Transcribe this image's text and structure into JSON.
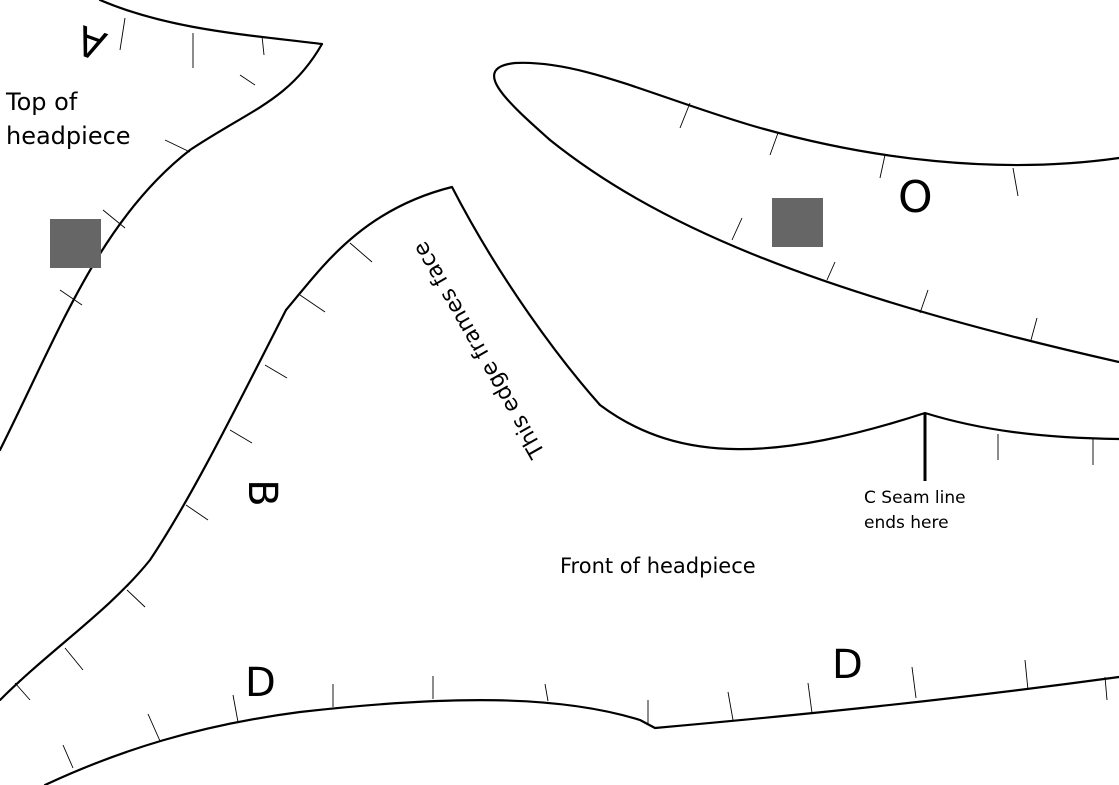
{
  "labels": {
    "piece_a": "A",
    "piece_b": "B",
    "piece_o": "O",
    "piece_d_left": "D",
    "piece_d_right": "D",
    "top_of_headpiece_line1": "Top of",
    "top_of_headpiece_line2": "headpiece",
    "edge_frames_face": "This edge frames face",
    "c_seam_line1": "C Seam line",
    "c_seam_line2": "ends here",
    "front_of_headpiece": "Front of headpiece"
  },
  "colors": {
    "outline": "#000000",
    "placement_marker": "#666666",
    "background": "#ffffff"
  }
}
